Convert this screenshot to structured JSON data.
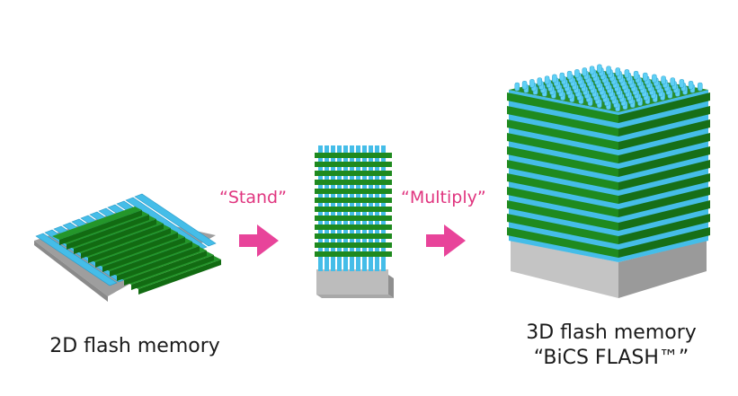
{
  "diagram": {
    "stages": [
      {
        "id": "2d",
        "label": "2D flash memory"
      },
      {
        "id": "stand",
        "label": ""
      },
      {
        "id": "3d",
        "label_line1": "3D flash memory",
        "label_line2": "“BiCS FLASH™”"
      }
    ],
    "transitions": [
      {
        "label": "“Stand”",
        "icon": "right-arrow-icon"
      },
      {
        "label": "“Multiply”",
        "icon": "right-arrow-icon"
      }
    ],
    "colors": {
      "word_line_green": "#1f8a1f",
      "word_line_green_dark": "#126b12",
      "channel_blue": "#45bde8",
      "substrate_gray": "#bdbdbd",
      "substrate_gray_dark": "#8c8c8c",
      "arrow_pink": "#e8449a",
      "label_pink": "#e0357f",
      "caption_text": "#1a1a1a"
    }
  }
}
